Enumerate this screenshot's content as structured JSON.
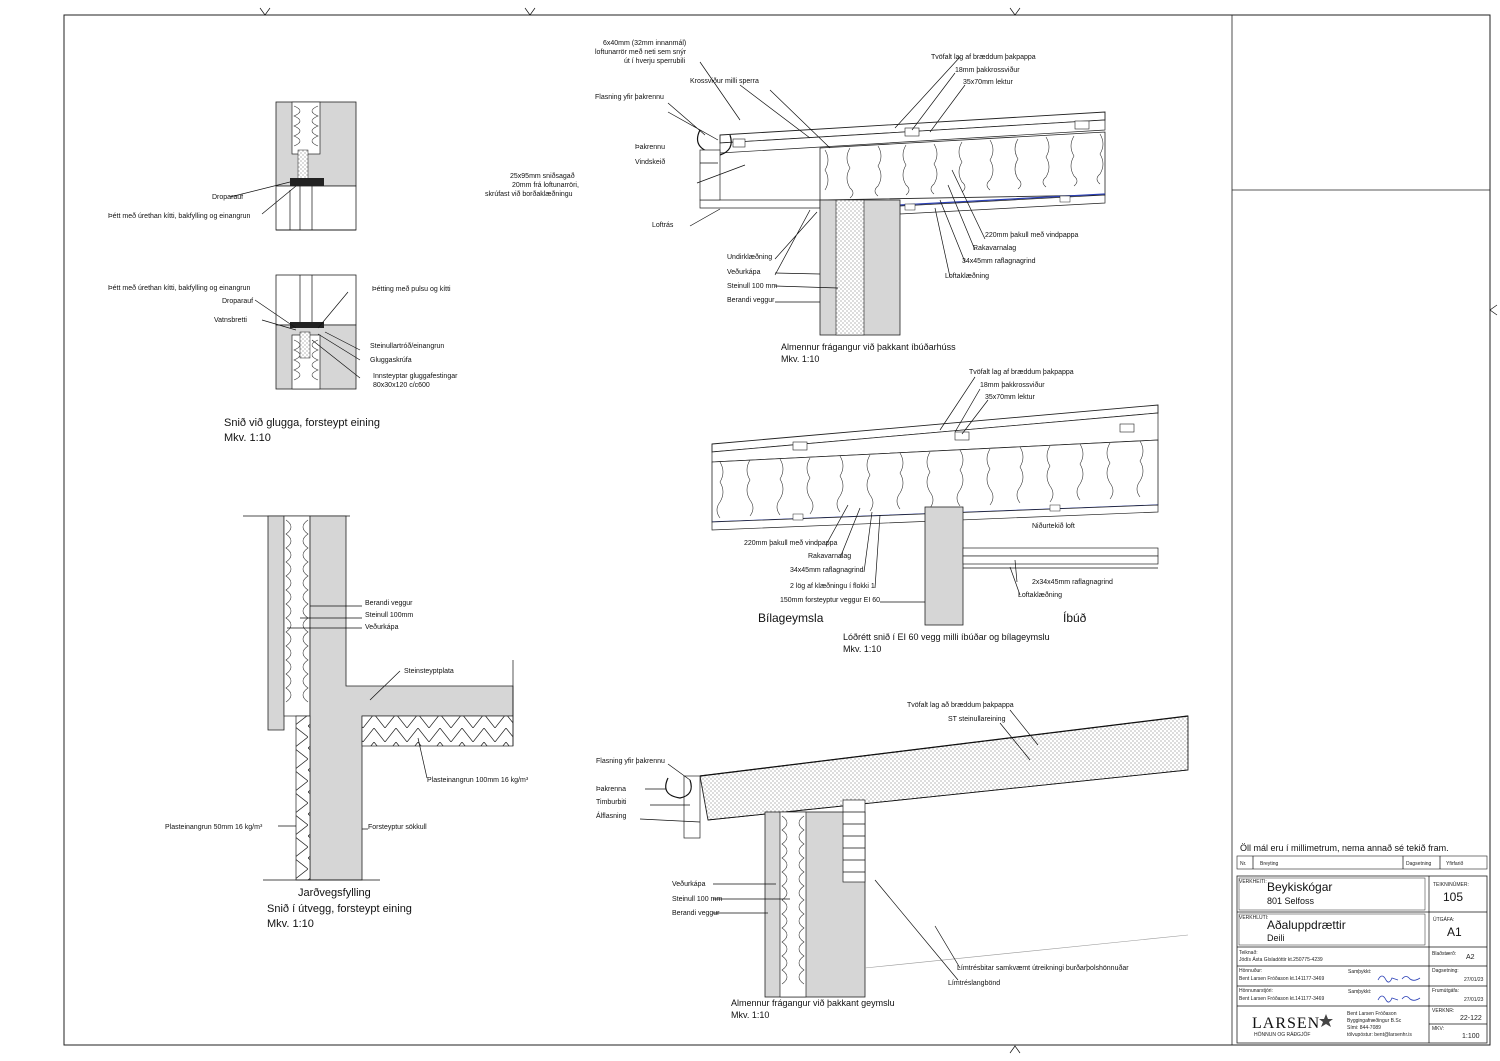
{
  "window_details": {
    "labels": [
      "Droparauf",
      "Þétt með úrethan kítti, bakfylling og einangrun"
    ],
    "sill_labels_left": [
      "Þétt með úrethan kítti, bakfylling og einangrun",
      "Droparauf",
      "Vatnsbretti"
    ],
    "sill_labels_right": [
      "Þétting með pulsu og kítti",
      "Steinullartróð/einangrun",
      "Gluggaskrúfa",
      "Innsteyptar gluggafestingar",
      "80x30x120 c/c600"
    ],
    "title": "Snið við glugga, forsteypt eining",
    "scale": "Mkv. 1:10"
  },
  "eave_house": {
    "labels_top_left": [
      "6x40mm (32mm innanmál)",
      "loftunarrör með neti sem snýr",
      "út í hverju sperrubili",
      "Krossviður milli sperra",
      "Flasning yfir þakrennu",
      "Þakrennu",
      "Vindskeið",
      "25x95mm sniðsagað",
      "20mm frá loftunarröri,",
      "skrúfast við borðaklæðningu",
      "Loftrás"
    ],
    "labels_top_right": [
      "Tvöfalt lag af bræddum þakpappa",
      "18mm þakkrossviður",
      "35x70mm lektur"
    ],
    "labels_right": [
      "220mm þakull með vindpappa",
      "Rakavarnalag",
      "34x45mm raflagnagrind",
      "Loftaklæðning"
    ],
    "labels_left": [
      "Undirklæðning",
      "Veðurkápa",
      "Steinull 100 mm",
      "Berandi veggur"
    ],
    "title": "Almennur frágangur við þakkant íbúðarhúss",
    "scale": "Mkv. 1:10"
  },
  "fire_wall": {
    "labels_top": [
      "Tvöfalt lag af bræddum þakpappa",
      "18mm þakkrossviður",
      "35x70mm lektur"
    ],
    "labels_left": [
      "220mm þakull með vindpappa",
      "Rakavarnalag",
      "34x45mm raflagnagrind",
      "2 lög af klæðningu í flokki 1",
      "150mm forsteyptur veggur EI 60"
    ],
    "ceiling": "Niðurtekið loft",
    "labels_right": [
      "2x34x45mm raflagnagrind",
      "Loftaklæðning"
    ],
    "left_room": "Bílageymsla",
    "right_room": "Íbúð",
    "title": "Lóðrétt snið í EI 60 vegg milli íbúðar og bílageymslu",
    "scale": "Mkv. 1:10"
  },
  "ext_wall": {
    "labels": [
      "Berandi veggur",
      "Steinull 100mm",
      "Veðurkápa",
      "Steinsteyptplata",
      "Plasteinangrun 100mm 16 kg/m³",
      "Plasteinangrun 50mm 16 kg/m³",
      "Forsteyptur sökkull"
    ],
    "ground": "Jarðvegsfylling",
    "title": "Snið í útvegg, forsteypt eining",
    "scale": "Mkv. 1:10"
  },
  "eave_garage": {
    "labels_top": [
      "Tvöfalt lag að bræddum þakpappa",
      "ST steinullareining"
    ],
    "labels_left": [
      "Flasning yfir þakrennu",
      "Þakrenna",
      "Timburbiti",
      "Álflasning",
      "Veðurkápa",
      "Steinull 100 mm",
      "Berandi veggur"
    ],
    "labels_right": [
      "Límtrésbitar samkvæmt útreikningi burðarþolshönnuðar",
      "Límtréslangbönd"
    ],
    "title": "Almennur frágangur við þakkant geymslu",
    "scale": "Mkv. 1:10"
  },
  "title_block": {
    "note": "Öll mál eru í millimetrum, nema annað sé tekið fram.",
    "rev_headers": [
      "Nr.",
      "Breyting",
      "Dagsetning",
      "Yfirfarið"
    ],
    "verkheiti_label": "VERKHEITI:",
    "verkheiti": "Beykiskógar",
    "address": "801 Selfoss",
    "teikninumer_label": "TEIKNINÚMER:",
    "teikninumer": "105",
    "verkhluti_label": "VERKHLUTI:",
    "verkhluti": "Aðaluppdrættir",
    "verkhluti_sub": "Deili",
    "utgafa_label": "ÚTGÁFA:",
    "utgafa": "A1",
    "teiknad_label": "Teiknað:",
    "teiknad": "Jódís Ásta Gísladóttir  kt.250775-4239",
    "bladstaerd_label": "Blaðstærð:",
    "bladstaerd": "A2",
    "honnudur_label": "Hönnuður:",
    "honnudur": "Bent Larsen Fróðason  kt.141177-3469",
    "samthykkt_label": "Samþykkt:",
    "dagsetning_label": "Dagsetning:",
    "dagsetning": "27/01/23",
    "honnunarstjori_label": "Hönnunarstjóri:",
    "honnunarstjori": "Bent Larsen Fróðason  kt.141177-3469",
    "frumutgafa_label": "Frumútgáfa:",
    "frumutgafa": "27/01/23",
    "verknr_label": "VERKNR:",
    "verknr": "22-122",
    "mkv_label": "MKV:",
    "mkv": "1:100",
    "logo": "LARSEN",
    "logo_sub": "HÖNNUN OG RÁÐGJÖF",
    "contact": [
      "Bent Larsen Fróðason",
      "Byggingafræðingur B.Sc",
      "Sími: 844-7089",
      "tölvupóstur: bent@larsenhr.is"
    ]
  }
}
